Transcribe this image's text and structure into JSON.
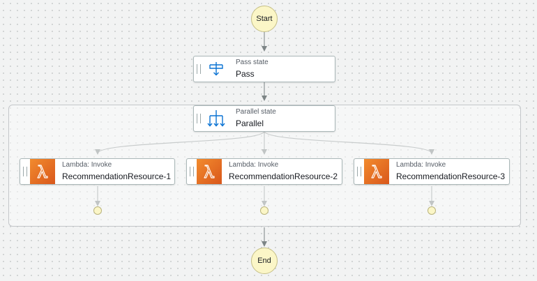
{
  "diagram": {
    "start": {
      "label": "Start"
    },
    "end": {
      "label": "End"
    },
    "pass": {
      "type_label": "Pass state",
      "name": "Pass"
    },
    "parallel": {
      "type_label": "Parallel state",
      "name": "Parallel"
    },
    "branches": [
      {
        "type_label": "Lambda: Invoke",
        "name": "RecommendationResource-1"
      },
      {
        "type_label": "Lambda: Invoke",
        "name": "RecommendationResource-2"
      },
      {
        "type_label": "Lambda: Invoke",
        "name": "RecommendationResource-3"
      }
    ]
  },
  "colors": {
    "terminal_fill": "#fbf6c7",
    "lambda_orange": "#ed7100",
    "flow_icon_blue": "#0972d3",
    "edge": "#8d9596"
  }
}
